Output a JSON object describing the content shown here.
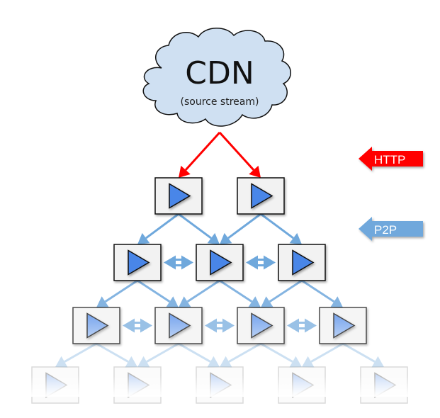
{
  "title": "CDN to P2P distribution tree",
  "source": {
    "label": "CDN",
    "sublabel": "(source stream)",
    "fill": "#cfe0f2"
  },
  "legend": [
    {
      "label": "HTTP",
      "color": "#ff0000",
      "meaning": "http-arrow"
    },
    {
      "label": "P2P",
      "color": "#6fa8dc",
      "meaning": "p2p-arrow"
    }
  ],
  "tiers": [
    {
      "peers": 2,
      "opacity": 1.0
    },
    {
      "peers": 3,
      "opacity": 1.0
    },
    {
      "peers": 4,
      "opacity": 0.75
    },
    {
      "peers": 5,
      "opacity": 0.3
    }
  ],
  "colors": {
    "http": "#ff0000",
    "p2p": "#6fa8dc",
    "peer_box": "#f2f2f2",
    "play_icon": "#4a86e8"
  }
}
